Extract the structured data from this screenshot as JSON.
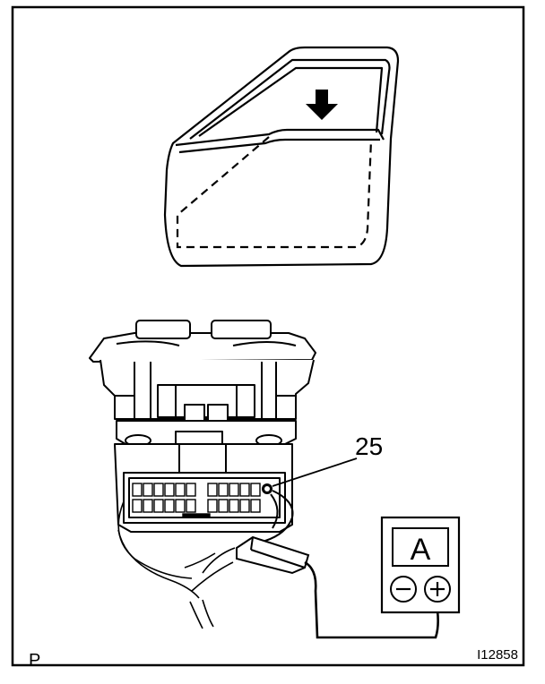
{
  "labels": {
    "terminal_number": "25",
    "meter_letter": "A",
    "minus_symbol": "−",
    "plus_symbol": "+",
    "corner_mark": "P",
    "figure_id": "I12858"
  },
  "colors": {
    "ink": "#000000",
    "paper": "#ffffff",
    "shade": "#d9d9d9"
  },
  "icons": {
    "arrow": "down-arrow-icon",
    "ammeter": "ammeter-icon"
  }
}
